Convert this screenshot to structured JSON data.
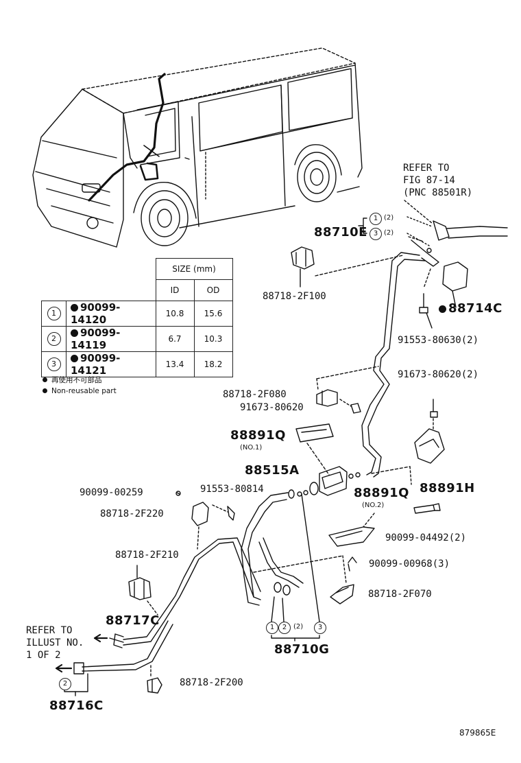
{
  "refer_top": {
    "line1": "REFER TO",
    "line2": "FIG 87-14",
    "line3": "(PNC 88501R)"
  },
  "refer_left": {
    "line1": "REFER TO",
    "line2": "ILLUST NO.",
    "line3": "1 OF 2"
  },
  "labels": {
    "p88710E": "88710E",
    "p88718_2F100": "88718-2F100",
    "p88714C": "88714C",
    "p91553_80630": "91553-80630(2)",
    "p91673_80620_2": "91673-80620(2)",
    "p88718_2F080": "88718-2F080",
    "p91673_80620": "91673-80620",
    "p88891Q_1": "88891Q",
    "no1": "(NO.1)",
    "p88515A": "88515A",
    "p88891H": "88891H",
    "p90099_00259": "90099-00259",
    "p91553_80814": "91553-80814",
    "p88891Q_2": "88891Q",
    "no2": "(NO.2)",
    "p88718_2F220": "88718-2F220",
    "p90099_04492": "90099-04492(2)",
    "p90099_00968": "90099-00968(3)",
    "p88718_2F210": "88718-2F210",
    "p88718_2F070": "88718-2F070",
    "p88717C": "88717C",
    "p88710G": "88710G",
    "p88718_2F200": "88718-2F200",
    "p88716C": "88716C",
    "fig_id": "879865E"
  },
  "callouts": {
    "c1": "1",
    "c2": "2",
    "c3": "3",
    "paren2": "(2)"
  },
  "size_table": {
    "header_size": "SIZE (mm)",
    "header_id": "ID",
    "header_od": "OD",
    "rows": [
      {
        "key": "1",
        "part": "90099-14120",
        "id": "10.8",
        "od": "15.6"
      },
      {
        "key": "2",
        "part": "90099-14119",
        "id": "6.7",
        "od": "10.3"
      },
      {
        "key": "3",
        "part": "90099-14121",
        "id": "13.4",
        "od": "18.2"
      }
    ]
  },
  "notes": {
    "jp": "再使用不可部品",
    "en": "Non-reusable part"
  }
}
